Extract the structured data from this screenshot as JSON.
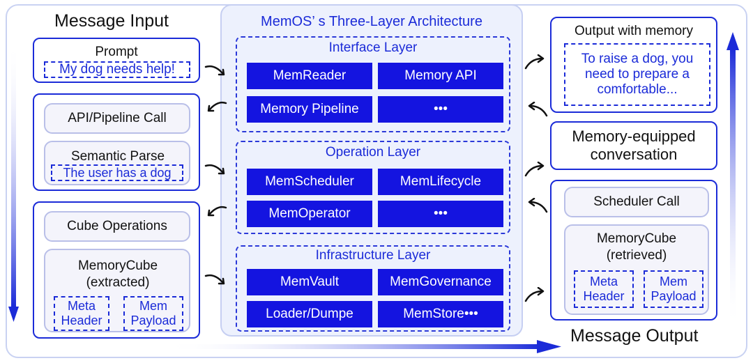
{
  "left": {
    "title": "Message Input",
    "prompt": {
      "label": "Prompt",
      "text": "My dog needs help!"
    },
    "api_call": "API/Pipeline Call",
    "semantic": {
      "label": "Semantic Parse",
      "text": "The user has a dog"
    },
    "cube_ops": "Cube Operations",
    "memcube": {
      "label_1": "MemoryCube",
      "label_2": "(extracted)",
      "meta": [
        "Meta",
        "Header"
      ],
      "payload": [
        "Mem",
        "Payload"
      ]
    }
  },
  "center": {
    "title": "MemOS’ s Three-Layer Architecture",
    "layers": [
      {
        "title": "Interface Layer",
        "blocks": [
          "MemReader",
          "Memory API",
          "Memory Pipeline",
          "•••"
        ]
      },
      {
        "title": "Operation Layer",
        "blocks": [
          "MemScheduler",
          "MemLifecycle",
          "MemOperator",
          "•••"
        ]
      },
      {
        "title": "Infrastructure Layer",
        "blocks": [
          "MemVault",
          "MemGovernance",
          "Loader/Dumpe",
          "MemStore•••"
        ]
      }
    ]
  },
  "right": {
    "output": {
      "label": "Output with memory",
      "text": [
        "To raise a dog, you",
        "need to prepare a",
        "comfortable..."
      ]
    },
    "conversation": [
      "Memory-equipped",
      "conversation"
    ],
    "scheduler": "Scheduler Call",
    "memcube": {
      "label_1": "MemoryCube",
      "label_2": "(retrieved)",
      "meta": [
        "Meta",
        "Header"
      ],
      "payload": [
        "Mem",
        "Payload"
      ]
    },
    "title": "Message Output"
  },
  "colors": {
    "accent": "#1b2bd8",
    "block": "#1414e0",
    "panel": "#edf1fd"
  },
  "icons": [
    "curved-arrow-right-icon",
    "curved-arrow-left-icon",
    "flow-arrow-down-icon",
    "flow-arrow-right-icon",
    "flow-arrow-up-icon"
  ]
}
